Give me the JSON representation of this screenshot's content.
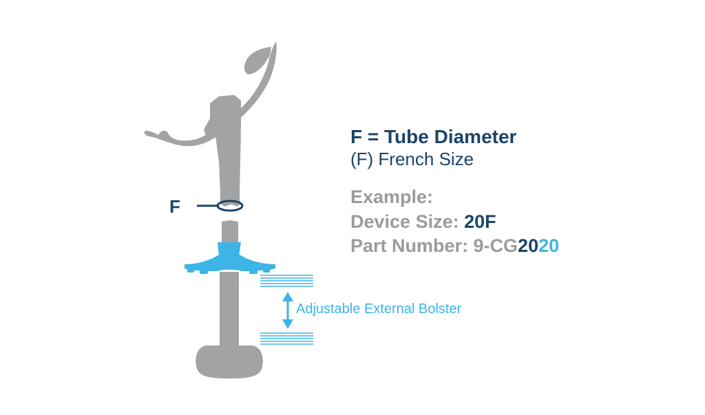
{
  "colors": {
    "navy": "#1b4468",
    "light_blue": "#3cb4e5",
    "gray": "#9b9b9b",
    "tube_gray": "#a3a3a3"
  },
  "diagram": {
    "f_marker": "F",
    "title": "F = Tube Diameter",
    "subtitle": "(F) French Size",
    "example": {
      "heading": "Example:",
      "device_size_label": "Device Size: ",
      "device_size_value": "20F",
      "part_number_label": "Part Number: 9-CG",
      "part_number_code_a": "20",
      "part_number_code_b": "20"
    },
    "bolster_label": "Adjustable External Bolster"
  },
  "icons": [
    "tube-icon",
    "bolster-icon",
    "double-arrow-icon"
  ]
}
